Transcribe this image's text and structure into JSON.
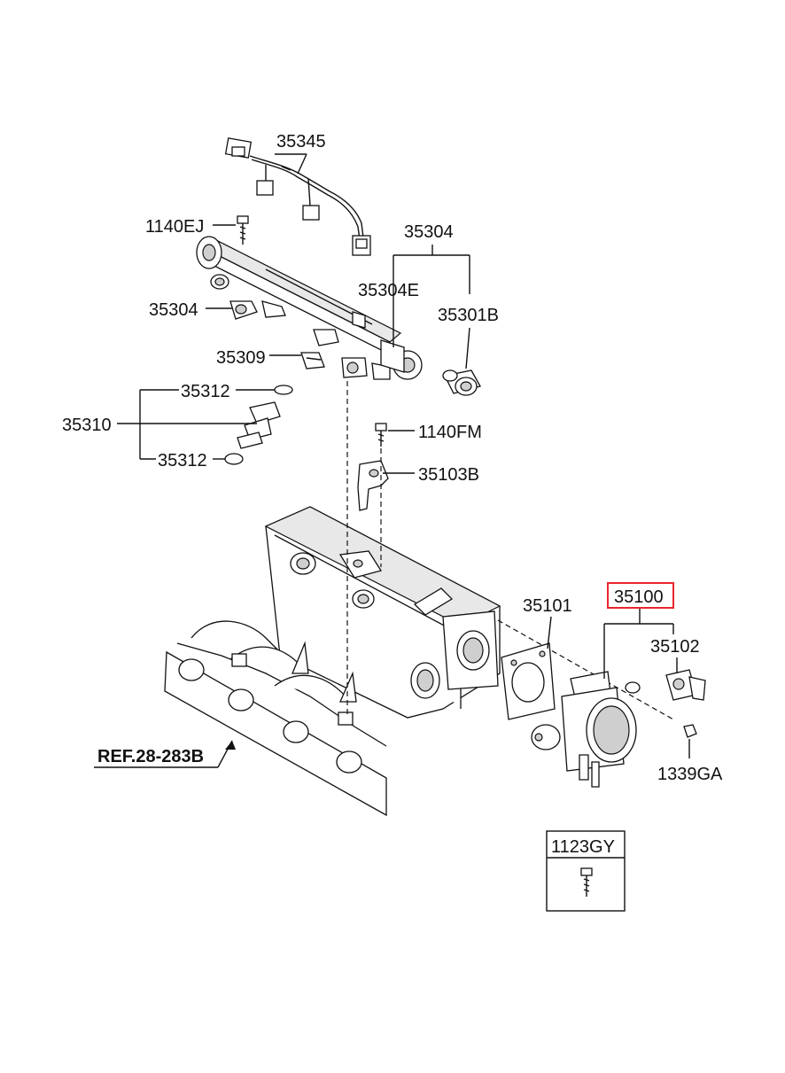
{
  "diagram": {
    "parts": {
      "p35345": "35345",
      "p1140EJ": "1140EJ",
      "p35304_top": "35304",
      "p35304E": "35304E",
      "p35301B": "35301B",
      "p35304_left": "35304",
      "p35309": "35309",
      "p35312_top": "35312",
      "p35310": "35310",
      "p35312_bottom": "35312",
      "p1140FM": "1140FM",
      "p35103B": "35103B",
      "p35101": "35101",
      "p35100": "35100",
      "p35102": "35102",
      "p1339GA": "1339GA",
      "ref": "REF.28-283B",
      "p1123GY": "1123GY"
    },
    "highlight_color": "#e8262d"
  }
}
